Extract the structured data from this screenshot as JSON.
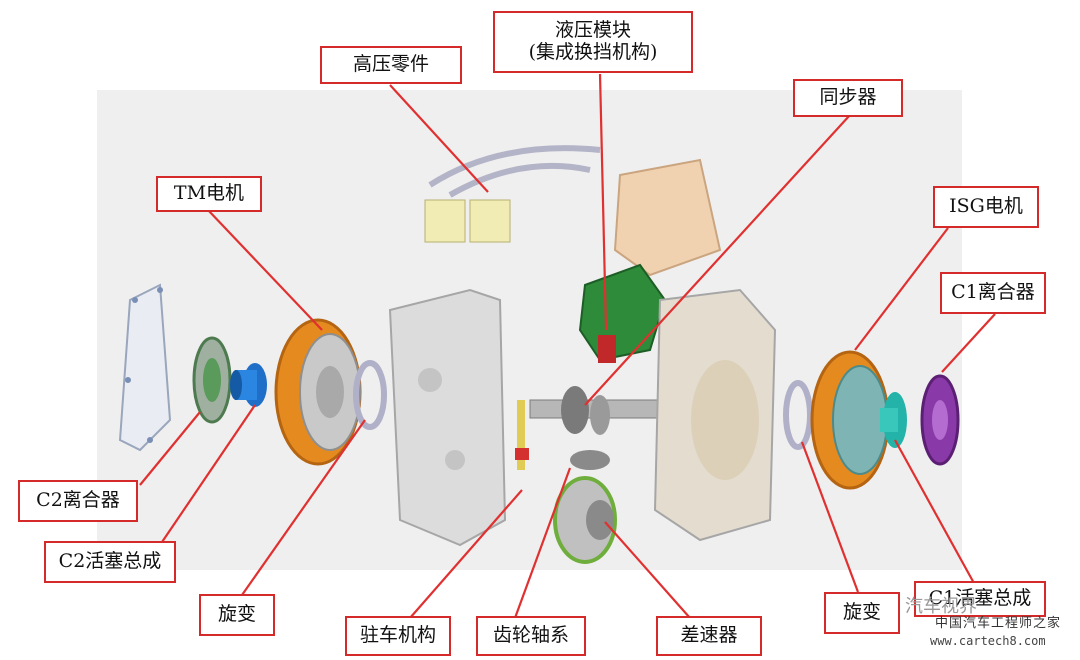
{
  "labels": {
    "high_voltage": "高压零件",
    "hydraulic_line1": "液压模块",
    "hydraulic_line2": "(集成换挡机构)",
    "synchronizer": "同步器",
    "tm_motor": "TM电机",
    "isg_motor": "ISG电机",
    "c1_clutch": "C1离合器",
    "c2_clutch": "C2离合器",
    "c2_piston": "C2活塞总成",
    "resolver_left": "旋变",
    "parking": "驻车机构",
    "gear_shaft": "齿轮轴系",
    "differential": "差速器",
    "resolver_right": "旋变",
    "c1_piston": "C1活塞总成"
  },
  "watermark": {
    "brand": "汽车视界",
    "line1": "中国汽车工程师之家",
    "line2": "www.cartech8.com"
  },
  "colors": {
    "label_border": "#d42a2a",
    "leader_line": "#e03030",
    "panel_bg": "#efefef",
    "motor_orange": "#e8891e",
    "hydraulic_green": "#2e8b3a",
    "clutch_purple": "#8a3aa8",
    "housing_gray": "#d9d9d9"
  }
}
